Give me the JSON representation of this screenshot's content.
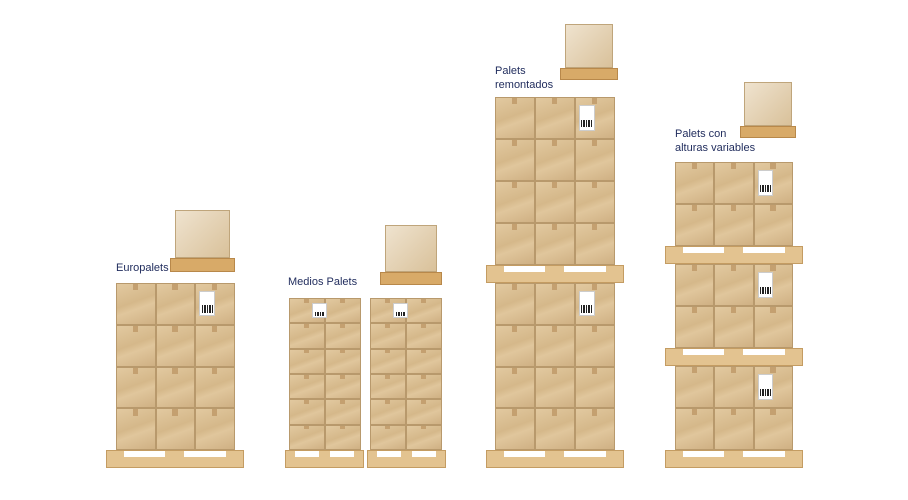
{
  "labels": {
    "europalets": "Europalets",
    "medios": "Medios Palets",
    "remontados_1": "Palets",
    "remontados_2": "remontados",
    "variables_1": "Palets con",
    "variables_2": "alturas variables"
  },
  "colors": {
    "label": "#1f2b5c",
    "cardboard": "#d5b88a",
    "pallet_wood": "#e3c390"
  },
  "icons": [
    "pallet-icon",
    "box-icon",
    "barcode-label-icon"
  ]
}
